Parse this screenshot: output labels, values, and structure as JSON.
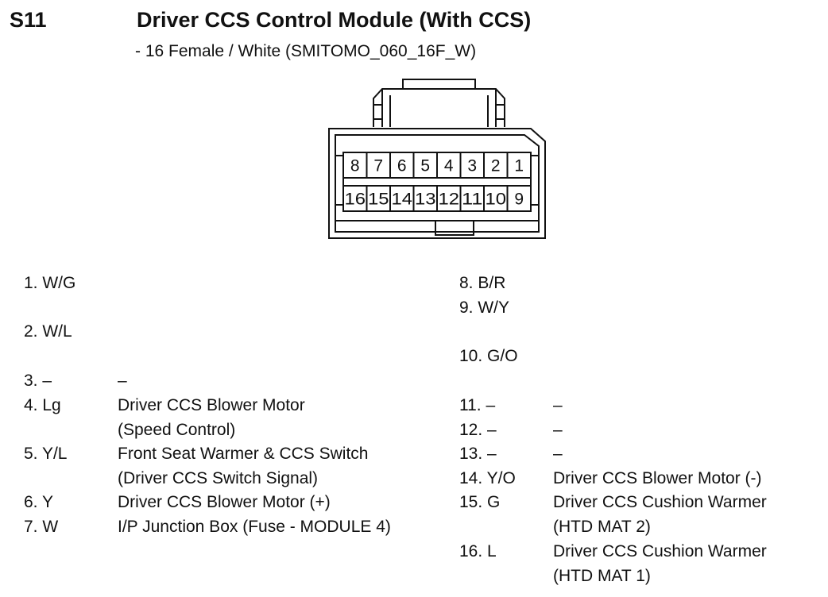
{
  "header": {
    "code": "S11",
    "title": "Driver CCS Control Module (With CCS)",
    "subtitle": "- 16 Female / White (SMITOMO_060_16F_W)"
  },
  "connector": {
    "top_row": [
      "8",
      "7",
      "6",
      "5",
      "4",
      "3",
      "2",
      "1"
    ],
    "bottom_row": [
      "16",
      "15",
      "14",
      "13",
      "12",
      "11",
      "10",
      "9"
    ]
  },
  "pins_left": [
    {
      "pin": "1. W/G",
      "desc": []
    },
    {
      "pin": "2. W/L",
      "desc": []
    },
    {
      "pin": "3. –",
      "desc": [
        "–"
      ]
    },
    {
      "pin": "4. Lg",
      "desc": [
        "Driver CCS Blower Motor",
        "(Speed Control)"
      ]
    },
    {
      "pin": "5. Y/L",
      "desc": [
        "Front Seat Warmer & CCS Switch",
        "(Driver CCS Switch Signal)"
      ]
    },
    {
      "pin": "6. Y",
      "desc": [
        "Driver CCS Blower Motor (+)"
      ]
    },
    {
      "pin": "7. W",
      "desc": [
        "I/P Junction Box (Fuse - MODULE 4)"
      ]
    }
  ],
  "pins_right": [
    {
      "pin": "8. B/R",
      "desc": []
    },
    {
      "pin": "9. W/Y",
      "desc": []
    },
    {
      "pin": "10. G/O",
      "desc": []
    },
    {
      "pin": "11. –",
      "desc": [
        "–"
      ]
    },
    {
      "pin": "12. –",
      "desc": [
        "–"
      ]
    },
    {
      "pin": "13. –",
      "desc": [
        "–"
      ]
    },
    {
      "pin": "14. Y/O",
      "desc": [
        "Driver CCS Blower Motor (-)"
      ]
    },
    {
      "pin": "15. G",
      "desc": [
        "Driver CCS Cushion Warmer",
        "(HTD MAT 2)"
      ]
    },
    {
      "pin": "16. L",
      "desc": [
        "Driver CCS Cushion Warmer",
        "(HTD MAT 1)"
      ]
    }
  ]
}
